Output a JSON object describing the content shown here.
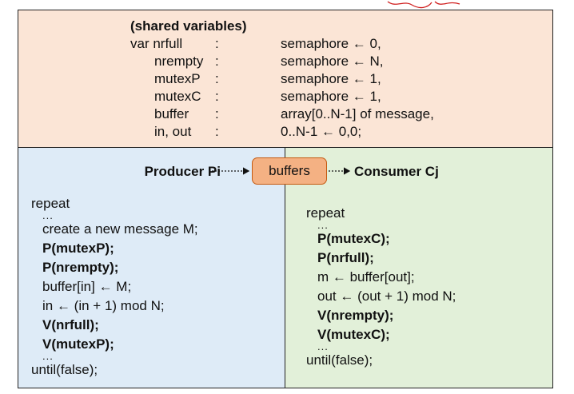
{
  "shared": {
    "title": "(shared variables)",
    "rows": [
      {
        "name": "var nrfull",
        "colon": ":",
        "type": "semaphore ← 0,"
      },
      {
        "name": "nrempty",
        "colon": ":",
        "type": "semaphore ← N,"
      },
      {
        "name": "mutexP",
        "colon": ":",
        "type": "semaphore ← 1,"
      },
      {
        "name": "mutexC",
        "colon": ":",
        "type": "semaphore ← 1,"
      },
      {
        "name": "buffer",
        "colon": ":",
        "type": "array[0..N-1] of message,"
      },
      {
        "name": "in, out",
        "colon": ":",
        "type": "0..N-1 ← 0,0;"
      }
    ]
  },
  "flow": {
    "producer_label": "Producer Pi",
    "buffers_label": "buffers",
    "consumer_label": "Consumer Cj"
  },
  "producer": {
    "lines": [
      {
        "text": "repeat",
        "bold": false
      },
      {
        "text": "...",
        "bold": false
      },
      {
        "text": "create a new message M;",
        "bold": false
      },
      {
        "text": "P(mutexP);",
        "bold": true
      },
      {
        "text": "P(nrempty);",
        "bold": true
      },
      {
        "text": "buffer[in] ← M;",
        "bold": false
      },
      {
        "text": "in ← (in + 1) mod N;",
        "bold": false
      },
      {
        "text": "V(nrfull);",
        "bold": true
      },
      {
        "text": "V(mutexP);",
        "bold": true
      },
      {
        "text": "...",
        "bold": false
      },
      {
        "text": "until(false);",
        "bold": false
      }
    ]
  },
  "consumer": {
    "lines": [
      {
        "text": "repeat",
        "bold": false
      },
      {
        "text": "...",
        "bold": false
      },
      {
        "text": "P(mutexC);",
        "bold": true
      },
      {
        "text": "P(nrfull);",
        "bold": true
      },
      {
        "text": "m ← buffer[out];",
        "bold": false
      },
      {
        "text": "out ← (out + 1) mod N;",
        "bold": false
      },
      {
        "text": "V(nrempty);",
        "bold": true
      },
      {
        "text": "V(mutexC);",
        "bold": true
      },
      {
        "text": "...",
        "bold": false
      },
      {
        "text": "until(false);",
        "bold": false
      }
    ]
  }
}
